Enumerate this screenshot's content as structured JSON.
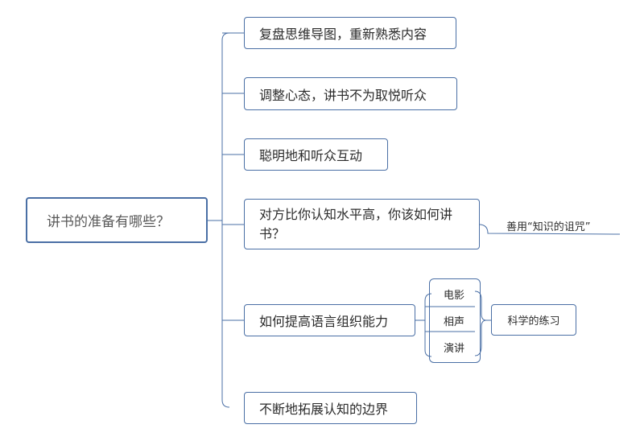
{
  "root": {
    "label": "讲书的准备有哪些？"
  },
  "branches": [
    {
      "label": "复盘思维导图，重新熟悉内容"
    },
    {
      "label": "调整心态，讲书不为取悦听众"
    },
    {
      "label": "聪明地和听众互动"
    },
    {
      "label": "对方比你认知水平高，你该如何讲书？",
      "children": [
        {
          "label": "善用“知识的诅咒”"
        }
      ]
    },
    {
      "label": "如何提高语言组织能力",
      "children": [
        {
          "label": "电影"
        },
        {
          "label": "相声"
        },
        {
          "label": "演讲"
        }
      ],
      "summary": {
        "label": "科学的练习"
      }
    },
    {
      "label": "不断地拓展认知的边界"
    }
  ],
  "colors": {
    "line": "#4a6fa5",
    "border": "#4a6fa5",
    "text": "#2b2b2b",
    "root_text": "#595959"
  }
}
